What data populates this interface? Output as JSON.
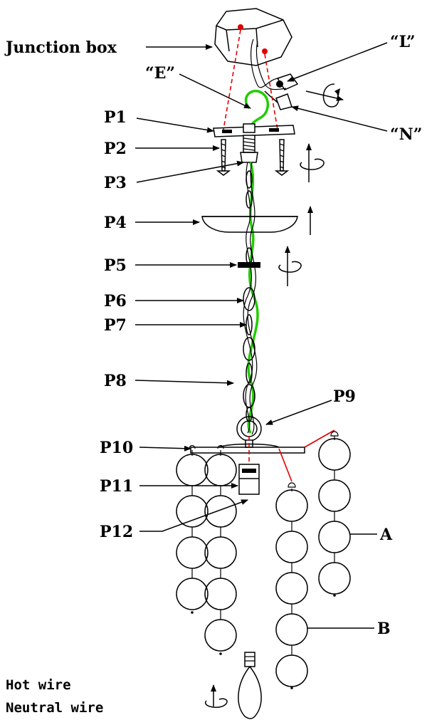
{
  "labels": {
    "junction_box": "Junction box",
    "L": "“L”",
    "E": "“E”",
    "N": "“N”",
    "P1": "P1",
    "P2": "P2",
    "P3": "P3",
    "P4": "P4",
    "P5": "P5",
    "P6": "P6",
    "P7": "P7",
    "P8": "P8",
    "P9": "P9",
    "P10": "P10",
    "P11": "P11",
    "P12": "P12",
    "A": "A",
    "B": "B"
  },
  "legend": {
    "hot": "Hot wire",
    "neutral": "Neutral wire"
  },
  "colors": {
    "line": "#000000",
    "hot_wire": "#e00000",
    "ground_wire": "#22cc00",
    "background": "#ffffff"
  },
  "icons": [
    "rotate-arrow-icon",
    "up-arrow-icon",
    "bulb-icon"
  ]
}
